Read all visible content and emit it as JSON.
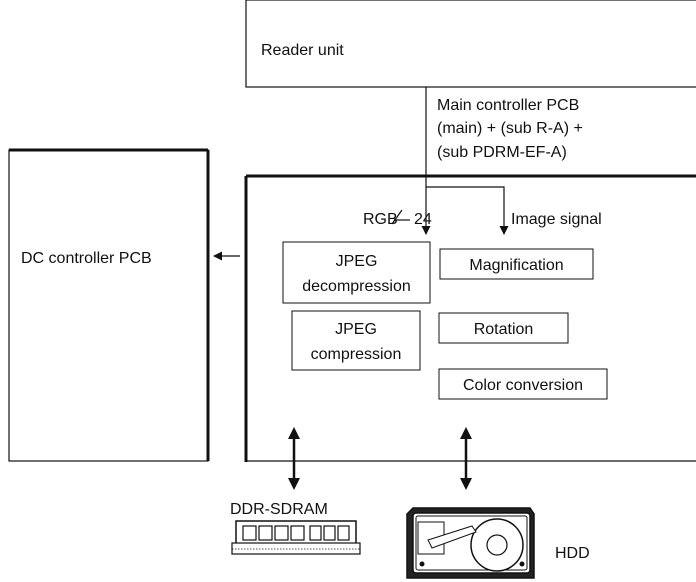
{
  "reader_unit": {
    "label": "Reader unit"
  },
  "main_controller": {
    "label_lines": [
      "Main controller PCB",
      "(main) + (sub R-A) +",
      "(sub PDRM-EF-A)"
    ]
  },
  "dc_controller": {
    "label": "DC controller PCB"
  },
  "signals": {
    "rgb_label": "RGB",
    "bus_width": "24",
    "image_signal": "Image signal"
  },
  "blocks": {
    "jpeg_decompression": [
      "JPEG",
      "decompression"
    ],
    "jpeg_compression": [
      "JPEG",
      "compression"
    ],
    "magnification": "Magnification",
    "rotation": "Rotation",
    "color_conversion": "Color conversion"
  },
  "memory": {
    "label": "DDR-SDRAM"
  },
  "storage": {
    "label": "HDD"
  }
}
